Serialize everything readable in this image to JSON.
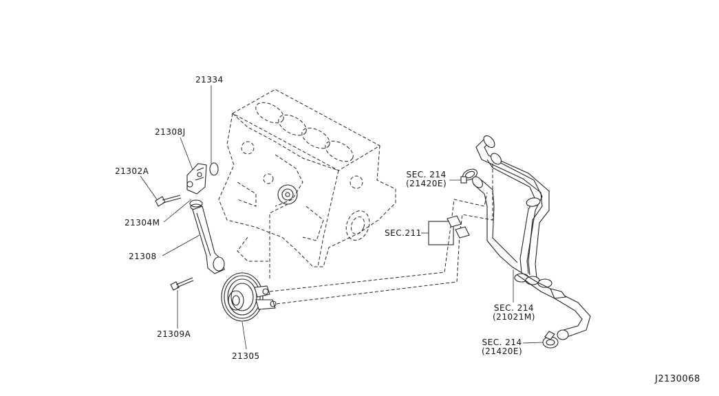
{
  "labels": {
    "p21334": "21334",
    "p21308J": "21308J",
    "p21302A": "21302A",
    "p21304M": "21304M",
    "p21308": "21308",
    "p21309A": "21309A",
    "p21305": "21305",
    "sec214_top_line1": "SEC. 214",
    "sec214_top_line2": "(21420E)",
    "sec211": "SEC.211",
    "sec214_mid_line1": "SEC. 214",
    "sec214_mid_line2": "(21021M)",
    "sec214_bot_line1": "SEC. 214",
    "sec214_bot_line2": "(21420E)",
    "diagram_code": "J2130068"
  }
}
